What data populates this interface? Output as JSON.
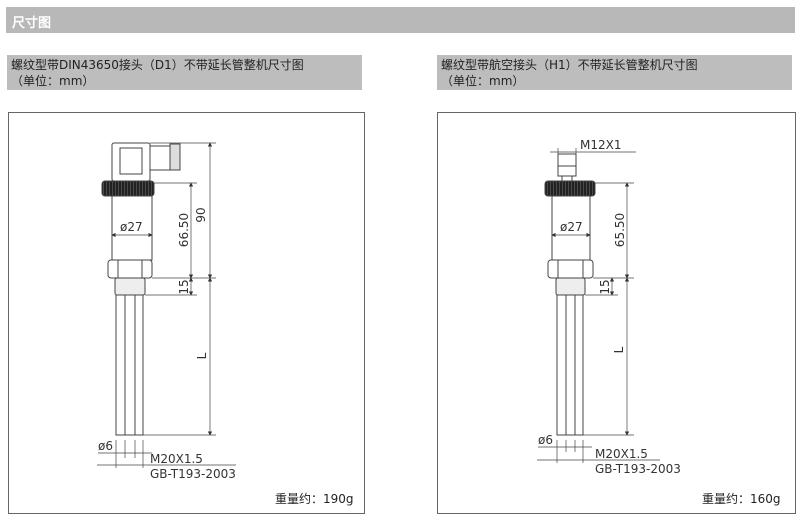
{
  "header": {
    "title": "尺寸图"
  },
  "left": {
    "title": "螺纹型带DIN43650接头（D1）不带延长管整机尺寸图",
    "unit": "（单位：mm）",
    "dims": {
      "total": "90",
      "body": "66.50",
      "thread_len": "15",
      "length": "L",
      "dia_body": "ø27",
      "dia_tube": "ø6",
      "thread": "M20X1.5",
      "standard": "GB-T193-2003"
    },
    "weight": "重量约：190g"
  },
  "right": {
    "title": "螺纹型带航空接头（H1）不带延长管整机尺寸图",
    "unit": "（单位：mm）",
    "dims": {
      "connector": "M12X1",
      "body": "65.50",
      "thread_len": "15",
      "length": "L",
      "dia_body": "ø27",
      "dia_tube": "ø6",
      "thread": "M20X1.5",
      "standard": "GB-T193-2003"
    },
    "weight": "重量约：160g"
  }
}
